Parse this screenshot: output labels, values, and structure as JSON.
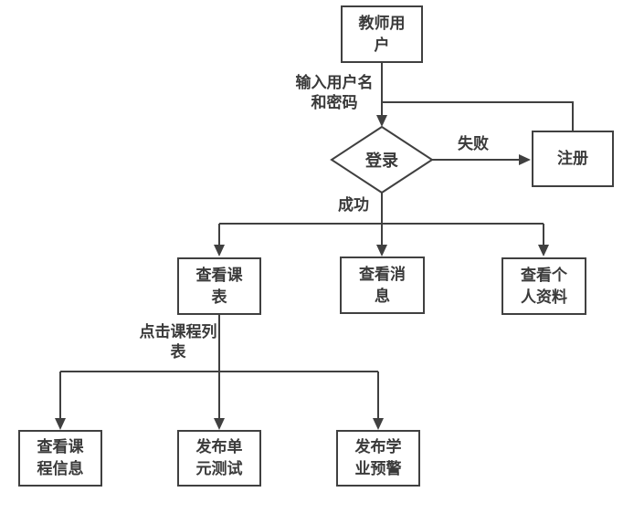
{
  "diagram": {
    "type": "flowchart",
    "title": "teacher user login flowchart",
    "colors": {
      "line": "#404040",
      "text": "#3a3a3a",
      "node_fill": "#ffffff",
      "background": "#ffffff"
    },
    "nodes": {
      "teacher_user": {
        "label": "教师用\n户",
        "shape": "rect"
      },
      "login": {
        "label": "登录",
        "shape": "diamond"
      },
      "register": {
        "label": "注册",
        "shape": "rect"
      },
      "view_timetable": {
        "label": "查看课\n表",
        "shape": "rect"
      },
      "view_messages": {
        "label": "查看消\n息",
        "shape": "rect"
      },
      "view_profile": {
        "label": "查看个\n人资料",
        "shape": "rect"
      },
      "view_course_info": {
        "label": "查看课\n程信息",
        "shape": "rect"
      },
      "publish_unit_test": {
        "label": "发布单\n元测试",
        "shape": "rect"
      },
      "publish_academic_warning": {
        "label": "发布学\n业预警",
        "shape": "rect"
      }
    },
    "edge_labels": {
      "input_credentials": "输入用户名\n和密码",
      "fail": "失败",
      "success": "成功",
      "click_course_list": "点击课程列\n表"
    },
    "edges": [
      {
        "from": "teacher_user",
        "to": "login",
        "label": "输入用户名和密码"
      },
      {
        "from": "login",
        "to": "register",
        "label": "失败"
      },
      {
        "from": "register",
        "to": "login",
        "label": ""
      },
      {
        "from": "login",
        "to": "view_timetable",
        "label": "成功"
      },
      {
        "from": "login",
        "to": "view_messages",
        "label": "成功"
      },
      {
        "from": "login",
        "to": "view_profile",
        "label": "成功"
      },
      {
        "from": "view_timetable",
        "to": "view_course_info",
        "label": "点击课程列表"
      },
      {
        "from": "view_timetable",
        "to": "publish_unit_test",
        "label": "点击课程列表"
      },
      {
        "from": "view_timetable",
        "to": "publish_academic_warning",
        "label": "点击课程列表"
      }
    ]
  }
}
